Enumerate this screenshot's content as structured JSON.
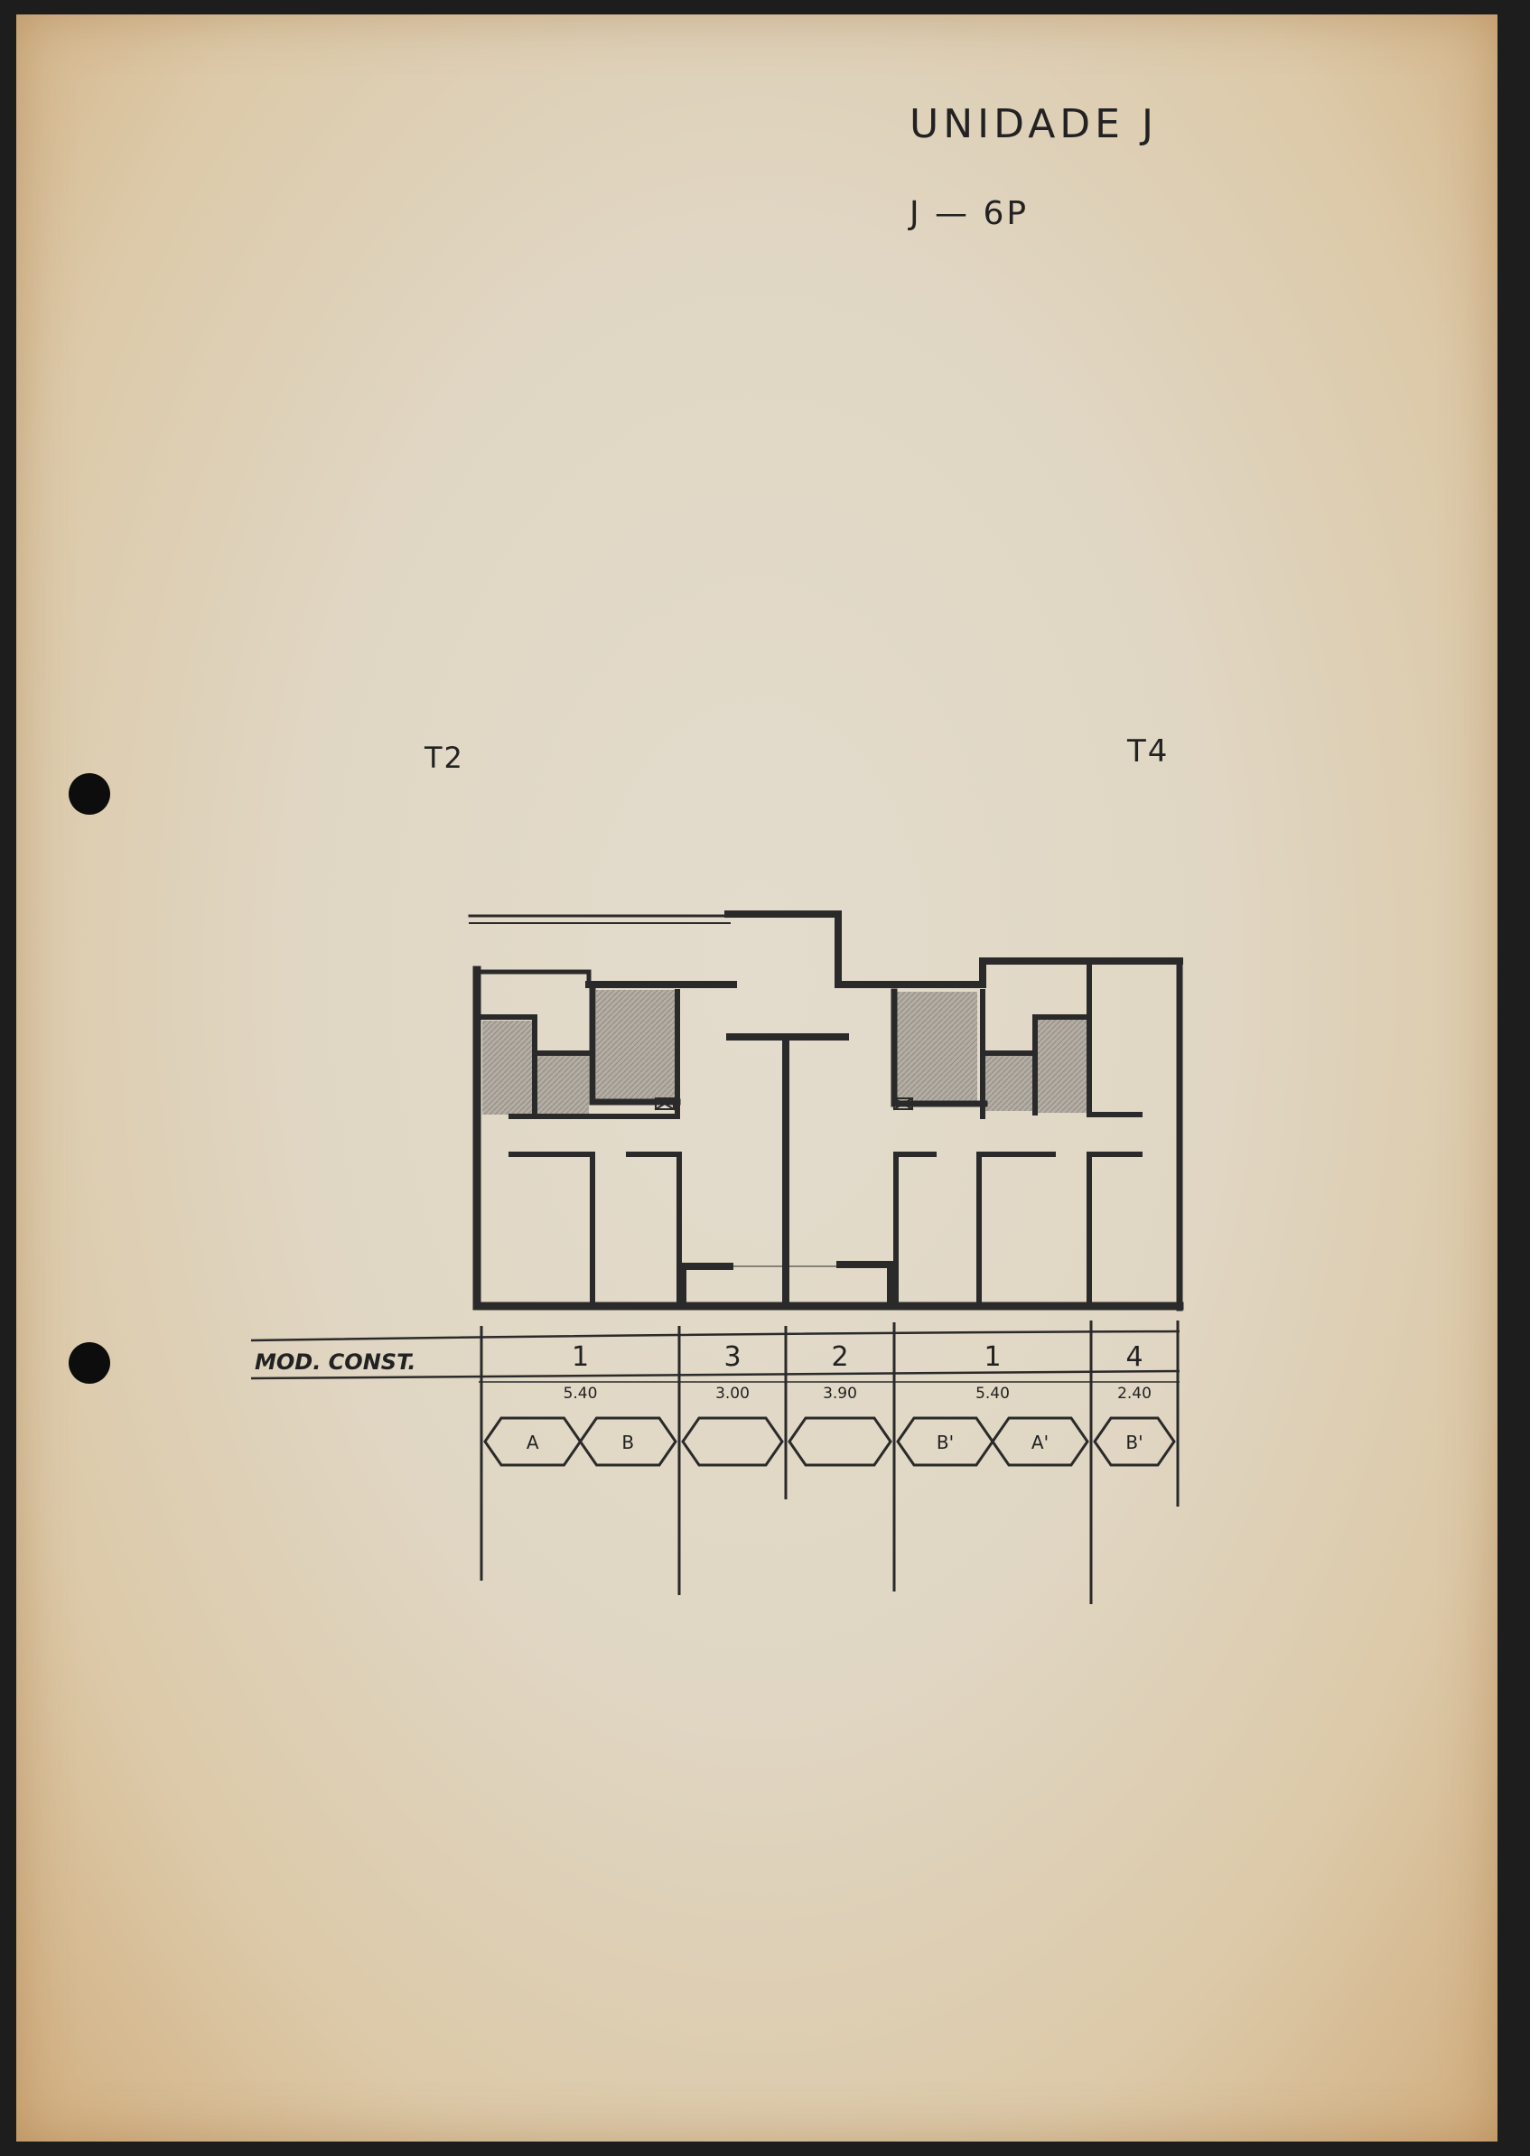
{
  "header": {
    "title": "UNIDADE J",
    "subtitle": "J — 6P"
  },
  "labels": {
    "left_type": "T2",
    "right_type": "T4",
    "row_label": "MOD. CONST."
  },
  "modules": [
    {
      "number": "1",
      "dimension": "5.40",
      "hexes": [
        "A",
        "B"
      ]
    },
    {
      "number": "3",
      "dimension": "3.00",
      "hexes": [
        ""
      ]
    },
    {
      "number": "2",
      "dimension": "3.90",
      "hexes": [
        ""
      ]
    },
    {
      "number": "1",
      "dimension": "5.40",
      "hexes": [
        "B'",
        "A'"
      ]
    },
    {
      "number": "4",
      "dimension": "2.40",
      "hexes": [
        "B'"
      ]
    }
  ],
  "colors": {
    "ink": "#2a2a2a",
    "hatch": "#9d9890"
  }
}
